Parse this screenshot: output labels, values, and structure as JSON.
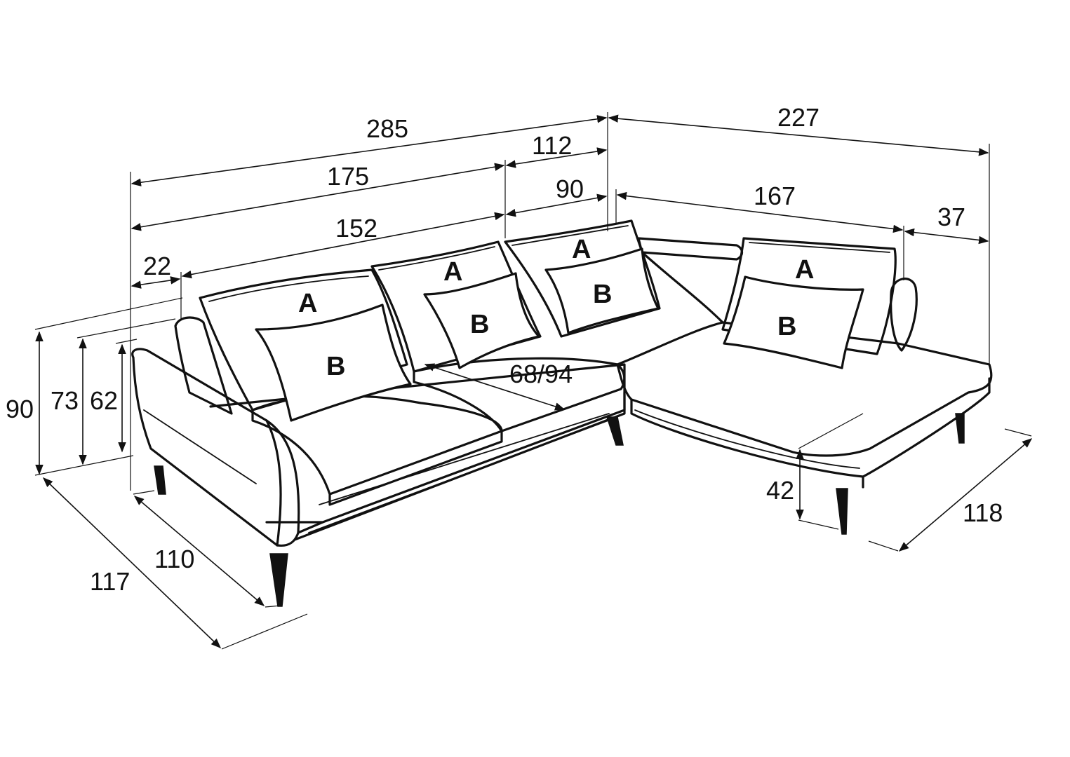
{
  "dimensions": {
    "d285": "285",
    "d227": "227",
    "d112": "112",
    "d175": "175",
    "d90_top": "90",
    "d167": "167",
    "d152": "152",
    "d37": "37",
    "d22": "22",
    "d68_94": "68/94",
    "h90": "90",
    "h73": "73",
    "h62": "62",
    "h42": "42",
    "d110": "110",
    "d117": "117",
    "d118": "118"
  },
  "pillows": {
    "a1": "A",
    "b1": "B",
    "a2": "A",
    "b2": "B",
    "a3": "A",
    "b3": "B",
    "a4": "A",
    "b4": "B"
  }
}
